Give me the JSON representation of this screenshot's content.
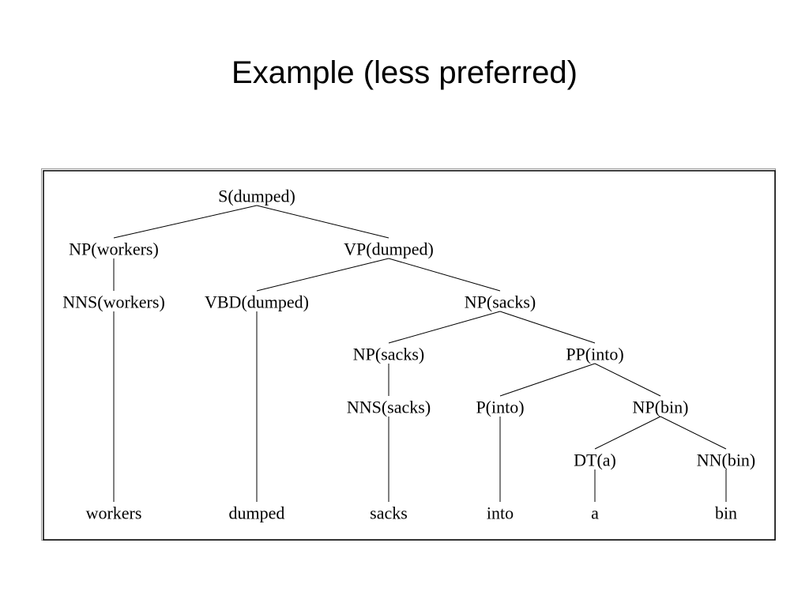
{
  "slide": {
    "title": "Example (less preferred)"
  },
  "tree": {
    "nodes": {
      "s": "S(dumped)",
      "np_workers": "NP(workers)",
      "vp": "VP(dumped)",
      "nns_workers": "NNS(workers)",
      "vbd": "VBD(dumped)",
      "np_sacks_top": "NP(sacks)",
      "np_sacks": "NP(sacks)",
      "pp": "PP(into)",
      "nns_sacks": "NNS(sacks)",
      "p": "P(into)",
      "np_bin": "NP(bin)",
      "dt": "DT(a)",
      "nn": "NN(bin)",
      "w_workers": "workers",
      "w_dumped": "dumped",
      "w_sacks": "sacks",
      "w_into": "into",
      "w_a": "a",
      "w_bin": "bin"
    },
    "edges": [
      [
        "s",
        "np_workers"
      ],
      [
        "s",
        "vp"
      ],
      [
        "np_workers",
        "nns_workers"
      ],
      [
        "vp",
        "vbd"
      ],
      [
        "vp",
        "np_sacks_top"
      ],
      [
        "nns_workers",
        "w_workers"
      ],
      [
        "vbd",
        "w_dumped"
      ],
      [
        "np_sacks_top",
        "np_sacks"
      ],
      [
        "np_sacks_top",
        "pp"
      ],
      [
        "np_sacks",
        "nns_sacks"
      ],
      [
        "pp",
        "p"
      ],
      [
        "pp",
        "np_bin"
      ],
      [
        "nns_sacks",
        "w_sacks"
      ],
      [
        "p",
        "w_into"
      ],
      [
        "np_bin",
        "dt"
      ],
      [
        "np_bin",
        "nn"
      ],
      [
        "dt",
        "w_a"
      ],
      [
        "nn",
        "w_bin"
      ]
    ]
  }
}
